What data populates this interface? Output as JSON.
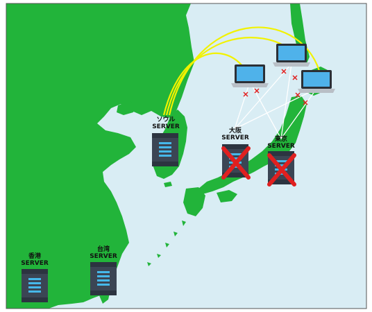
{
  "servers": {
    "seoul": {
      "line1": "ソウル",
      "line2": "SERVER",
      "status": "online"
    },
    "osaka": {
      "line1": "大阪",
      "line2": "SERVER",
      "status": "down"
    },
    "tokyo": {
      "line1": "東京",
      "line2": "SERVER",
      "status": "down"
    },
    "hongkong": {
      "line1": "香港",
      "line2": "SERVER",
      "status": "online"
    },
    "taiwan": {
      "line1": "台湾",
      "line2": "SERVER",
      "status": "online"
    }
  },
  "clients": {
    "count": 3
  },
  "colors": {
    "land": "#22b43a",
    "sea": "#d9edf4",
    "active_link": "#f2f200",
    "failed_link": "#ffffff",
    "failure_mark": "#e02020",
    "server_body": "#3b4554",
    "server_light": "#46b8ea",
    "laptop_screen": "#4fb2ea"
  }
}
